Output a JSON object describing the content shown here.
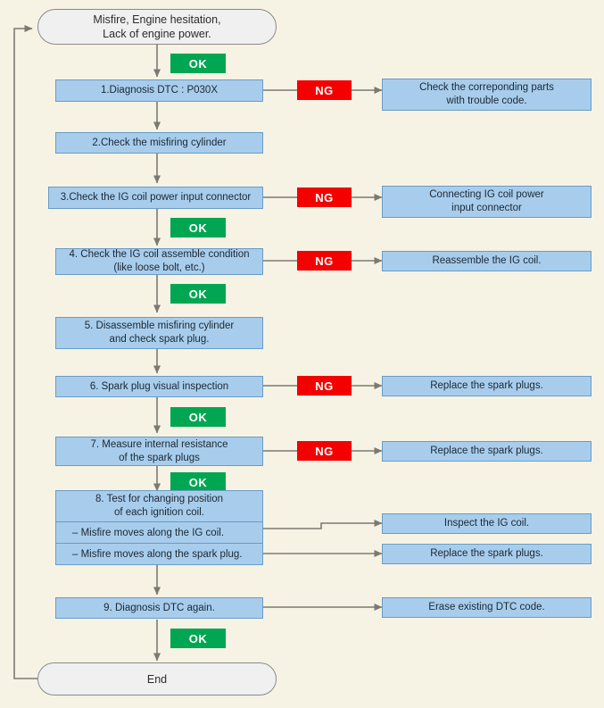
{
  "diagram": {
    "title": "Misfire / engine hesitation diagnosis flowchart",
    "colors": {
      "background": "#f6f3e5",
      "process_fill": "#a8cdec",
      "process_border": "#6a9cc4",
      "terminal_fill": "#f0f0f0",
      "terminal_border": "#8a8a86",
      "ok_tag": "#00a651",
      "ng_tag": "#f50000",
      "connector": "#7b7a72"
    },
    "start": {
      "label_line1": "Misfire, Engine hesitation,",
      "label_line2": "Lack of engine power."
    },
    "end": {
      "label": "End"
    },
    "tags": {
      "ok": "OK",
      "ng": "NG"
    },
    "steps": [
      {
        "id": "step-1",
        "line1": "1.Diagnosis DTC : P030X",
        "line2": "",
        "ng_result": "Check the correponding parts",
        "ng_result_line2": "with trouble code.",
        "ok_after": false
      },
      {
        "id": "step-2",
        "line1": "2.Check the misfiring cylinder",
        "line2": "",
        "ng_result": "",
        "ng_result_line2": "",
        "ok_after": false
      },
      {
        "id": "step-3",
        "line1": "3.Check the IG coil power input connector",
        "line2": "",
        "ng_result": "Connecting IG coil power",
        "ng_result_line2": "input connector",
        "ok_after": true
      },
      {
        "id": "step-4",
        "line1": "4. Check the IG coil assemble condition",
        "line2": "(like loose bolt, etc.)",
        "ng_result": "Reassemble the IG coil.",
        "ng_result_line2": "",
        "ok_after": true
      },
      {
        "id": "step-5",
        "line1": "5. Disassemble misfiring cylinder",
        "line2": "and check spark plug.",
        "ng_result": "",
        "ng_result_line2": "",
        "ok_after": false
      },
      {
        "id": "step-6",
        "line1": "6. Spark plug visual inspection",
        "line2": "",
        "ng_result": "Replace the spark plugs.",
        "ng_result_line2": "",
        "ok_after": true
      },
      {
        "id": "step-7",
        "line1": "7. Measure internal resistance",
        "line2": "of the spark plugs",
        "ng_result": "Replace the spark plugs.",
        "ng_result_line2": "",
        "ok_after": true
      }
    ],
    "step8": {
      "head_line1": "8. Test for changing position",
      "head_line2": "of each ignition coil.",
      "sub1": "– Misfire moves along the IG coil.",
      "sub1_result": "Inspect the IG coil.",
      "sub2": "– Misfire moves along the spark plug.",
      "sub2_result": "Replace the spark plugs."
    },
    "step9": {
      "label": "9. Diagnosis DTC again.",
      "result": "Erase existing DTC code."
    },
    "ok_tag_count": 6,
    "ng_tag_count": 5
  }
}
